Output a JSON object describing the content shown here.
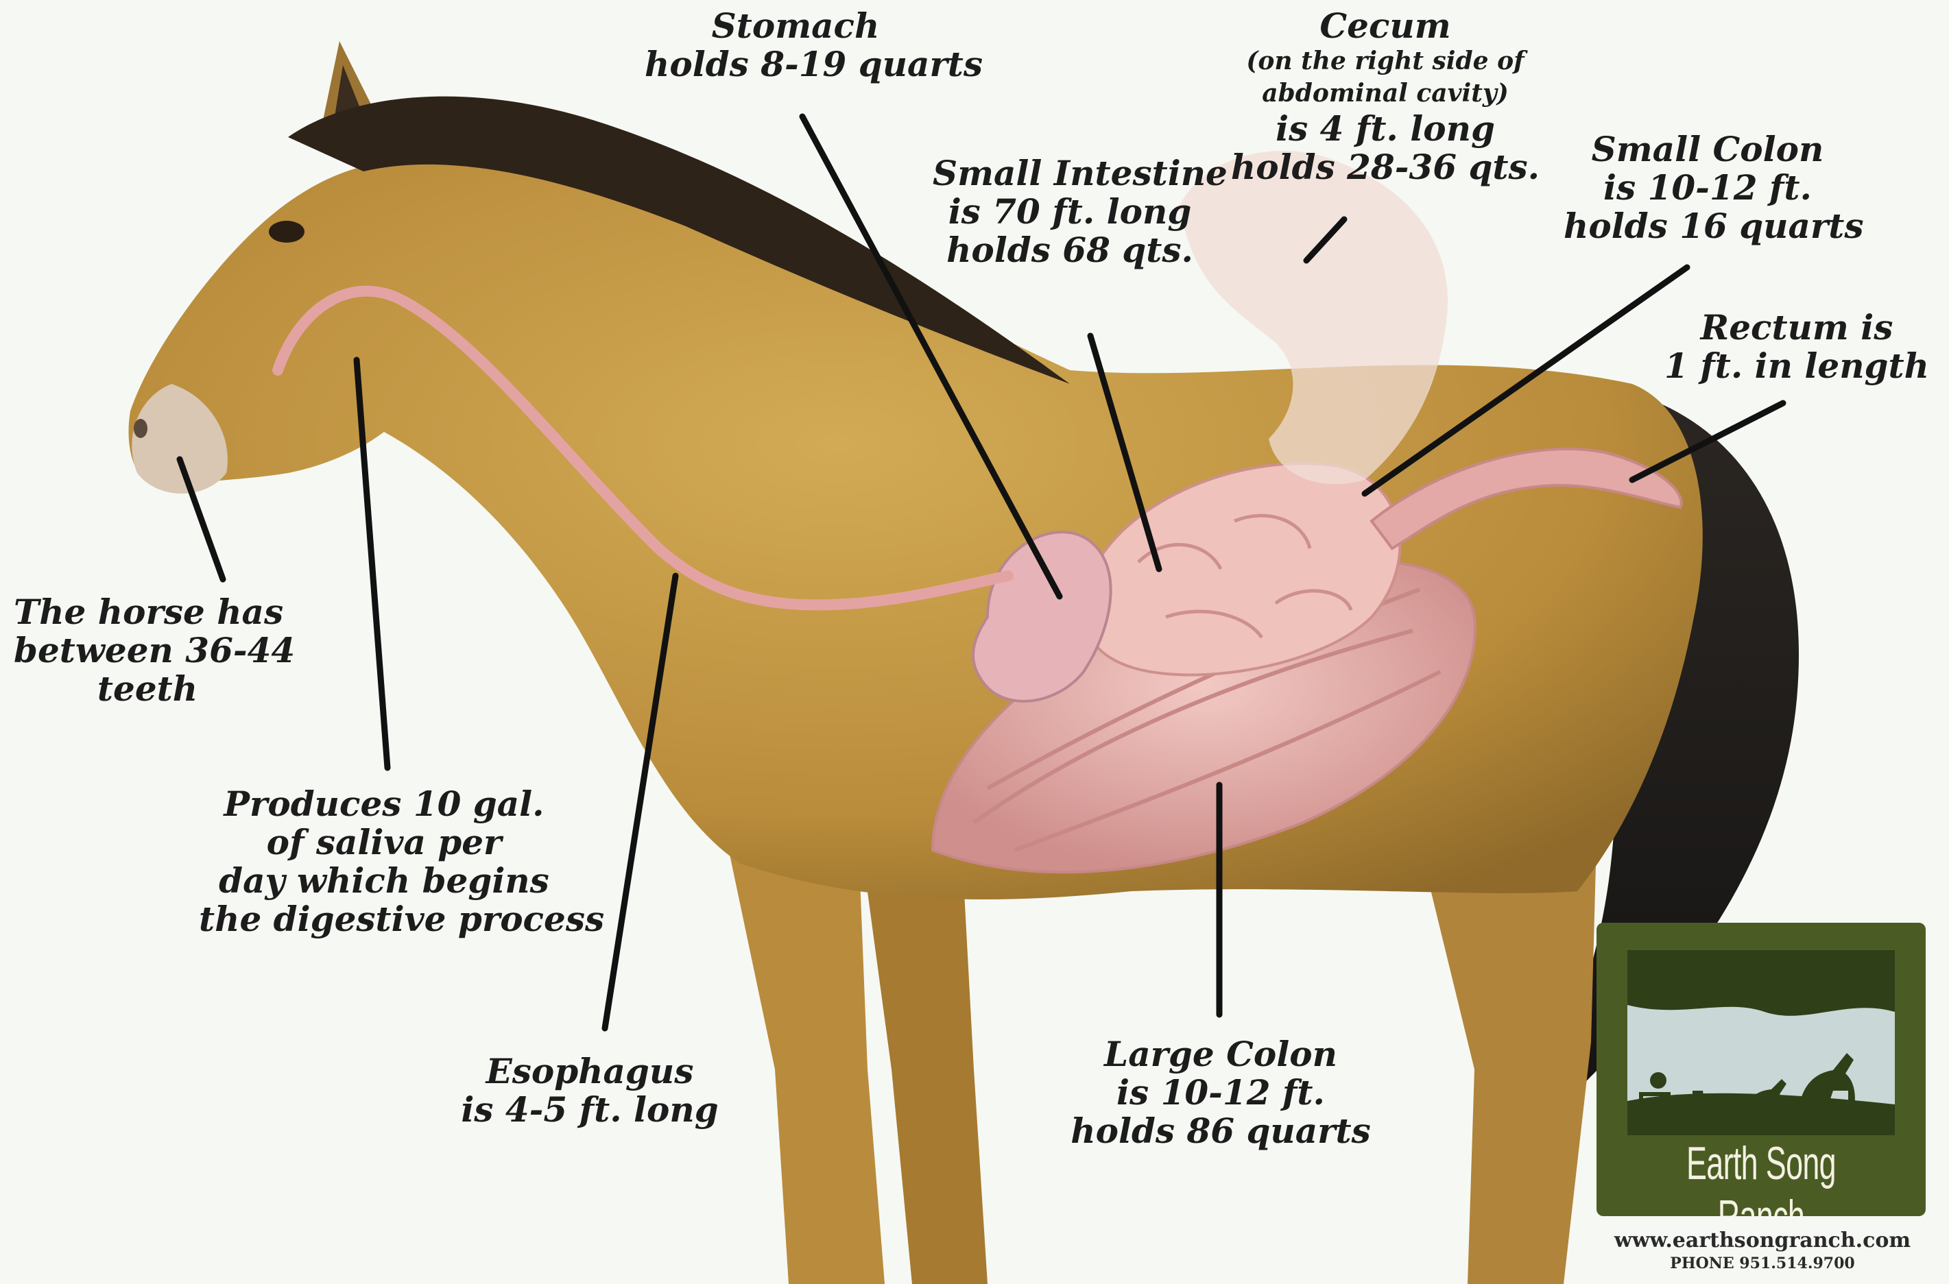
{
  "labels": {
    "stomach": [
      "Stomach",
      "holds 8-19 quarts"
    ],
    "cecum_title": "Cecum",
    "cecum_note": [
      "(on the right side of",
      "abdominal cavity)"
    ],
    "cecum_body": [
      "is 4 ft. long",
      "holds 28-36 qts."
    ],
    "small_intestine": [
      "Small Intestine",
      "is 70 ft. long",
      "holds 68 qts."
    ],
    "small_colon": [
      "Small Colon",
      "is 10-12 ft.",
      "holds 16 quarts"
    ],
    "rectum": [
      "Rectum is",
      "1 ft. in length"
    ],
    "teeth": [
      "The horse has",
      "between 36-44",
      "teeth"
    ],
    "saliva": [
      "Produces 10 gal.",
      "of saliva per",
      "day which begins",
      "the digestive process"
    ],
    "esophagus": [
      "Esophagus",
      "is 4-5 ft. long"
    ],
    "large_colon": [
      "Large Colon",
      "is 10-12 ft.",
      "holds 86 quarts"
    ]
  },
  "logo": {
    "name": "Earth Song Ranch",
    "website": "www.earthsongranch.com",
    "phone": "PHONE 951.514.9700"
  },
  "colors": {
    "coat": "#c49a45",
    "mane": "#2e2318",
    "organs": "#e2a9a6",
    "leader_line": "#111111",
    "logo_bg": "#4a5c24"
  }
}
